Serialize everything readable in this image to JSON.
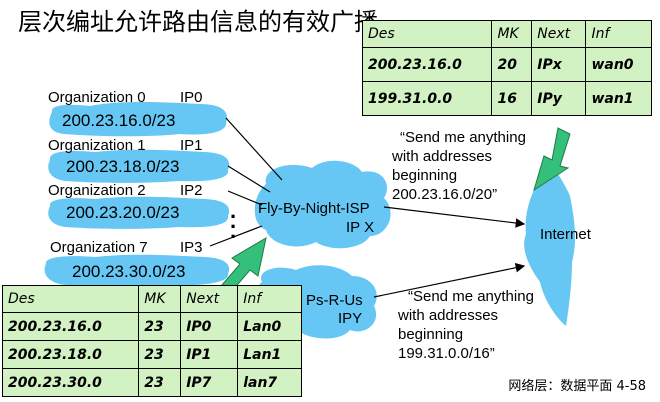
{
  "title": "层次编址允许路由信息的有效广播",
  "colors": {
    "cloud": "#66c7f5",
    "arrow": "#34c07a",
    "table_bg": "#d3f2c4"
  },
  "organizations": [
    {
      "name": "Organization 0",
      "ip": "IP0",
      "prefix": "200.23.16.0/23"
    },
    {
      "name": "Organization 1",
      "ip": "IP1",
      "prefix": "200.23.18.0/23"
    },
    {
      "name": "Organization 2",
      "ip": "IP2",
      "prefix": "200.23.20.0/23"
    },
    {
      "name": "Organization 7",
      "ip": "IP3",
      "prefix": "200.23.30.0/23"
    }
  ],
  "ellipsis": ".\n.\n.",
  "isp1": {
    "name": "Fly-By-Night-ISP",
    "ip": "IP X"
  },
  "isp2": {
    "name": "Ps-R-Us",
    "ip": "IPY"
  },
  "internet": "Internet",
  "quote1": [
    "“Send me anything",
    "with addresses",
    "beginning",
    "200.23.16.0/20”"
  ],
  "quote2": [
    "“Send me anything",
    "with addresses",
    "beginning",
    "199.31.0.0/16”"
  ],
  "table_top": {
    "headers": [
      "Des",
      "MK",
      "Next",
      "Inf"
    ],
    "rows": [
      [
        "200.23.16.0",
        "20",
        "IPx",
        "wan0"
      ],
      [
        "199.31.0.0",
        "16",
        "IPy",
        "wan1"
      ]
    ]
  },
  "table_bottom": {
    "headers": [
      "Des",
      "MK",
      "Next",
      "Inf"
    ],
    "rows": [
      [
        "200.23.16.0",
        "23",
        "IP0",
        "Lan0"
      ],
      [
        "200.23.18.0",
        "23",
        "IP1",
        "Lan1"
      ],
      [
        "200.23.30.0",
        "23",
        "IP7",
        "lan7"
      ]
    ]
  },
  "footer": "网络层：数据平面   4-58"
}
